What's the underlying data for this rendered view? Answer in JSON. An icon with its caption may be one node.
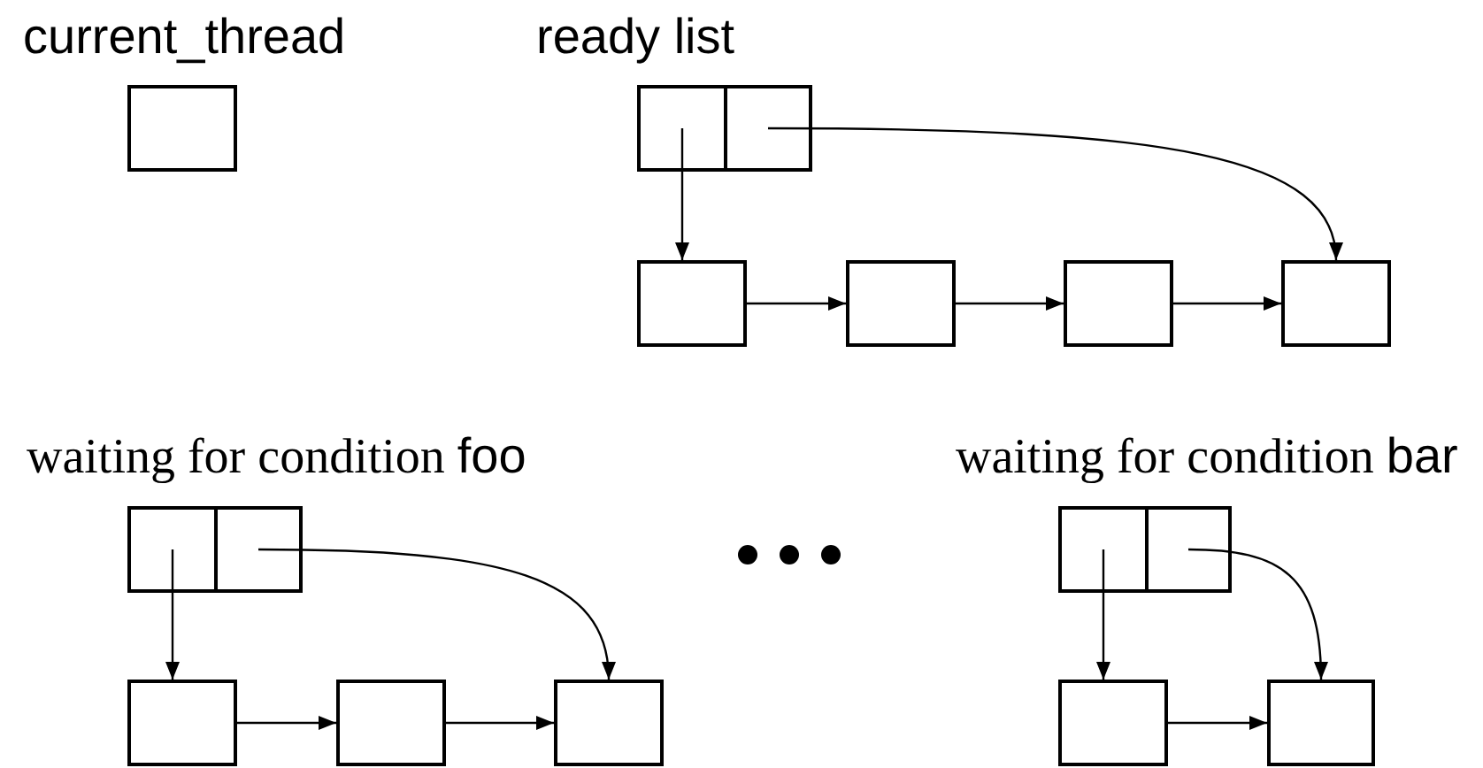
{
  "diagram": {
    "nodes": [
      {
        "text": [
          "current_thread"
        ]
      },
      {
        "text": [
          "ready list"
        ]
      },
      {
        "text": [],
        "shape": "box",
        "in": 1
      },
      {
        "text": [],
        "shape": "box",
        "in": 1
      },
      {
        "text": [],
        "shape": "box"
      },
      {
        "text": [],
        "shape": "box"
      },
      {
        "text": [],
        "shape": "box"
      },
      {
        "text": [],
        "shape": "box"
      },
      {
        "text": [
          "waiting for condition",
          "foo"
        ]
      },
      {
        "text": [],
        "shape": "box",
        "in": 8
      },
      {
        "text": [],
        "shape": "box",
        "in": 8
      },
      {
        "text": [],
        "shape": "box"
      },
      {
        "text": [],
        "shape": "box"
      },
      {
        "text": [],
        "shape": "box"
      },
      {
        "text": [
          "waiting for condition",
          "bar"
        ]
      },
      {
        "text": [],
        "shape": "box",
        "in": 14
      },
      {
        "text": [],
        "shape": "box",
        "in": 14
      },
      {
        "text": [],
        "shape": "box"
      },
      {
        "text": [],
        "shape": "box"
      }
    ],
    "edges": [
      {
        "from": 2,
        "to": 4,
        "arrow": "to"
      },
      {
        "from": 3,
        "to": 7,
        "arrow": "to"
      },
      {
        "from": 4,
        "to": 5,
        "arrow": "to"
      },
      {
        "from": 5,
        "to": 6,
        "arrow": "to"
      },
      {
        "from": 6,
        "to": 7,
        "arrow": "to"
      },
      {
        "from": 9,
        "to": 11,
        "arrow": "to"
      },
      {
        "from": 10,
        "to": 13,
        "arrow": "to"
      },
      {
        "from": 11,
        "to": 12,
        "arrow": "to"
      },
      {
        "from": 12,
        "to": 13,
        "arrow": "to"
      },
      {
        "from": 15,
        "to": 17,
        "arrow": "to"
      },
      {
        "from": 16,
        "to": 18,
        "arrow": "to"
      },
      {
        "from": 17,
        "to": 18,
        "arrow": "to"
      }
    ]
  }
}
